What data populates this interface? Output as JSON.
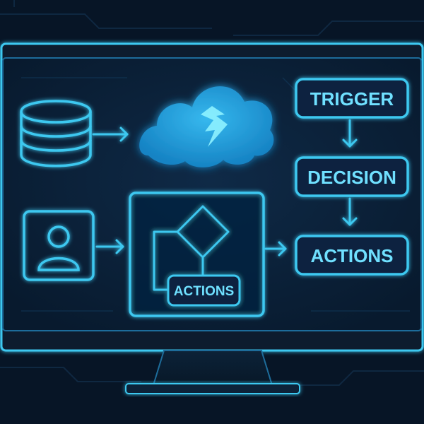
{
  "diagram": {
    "flow": {
      "trigger_label": "TRIGGER",
      "decision_label": "DECISION",
      "actions_label": "ACTIONS"
    },
    "workflow_panel": {
      "inner_actions_label": "ACTIONS"
    },
    "icons": {
      "database": "database-icon",
      "cloud": "cloud-lightning-icon",
      "user": "user-icon",
      "workflow": "flowchart-icon"
    },
    "colors": {
      "background": "#071526",
      "screen": "#0a1d33",
      "accent": "#3ec8f0",
      "accent_text": "#6fe0ff",
      "cloud": "#1f9fd8",
      "cloud_bolt": "#8ef2ff"
    }
  }
}
